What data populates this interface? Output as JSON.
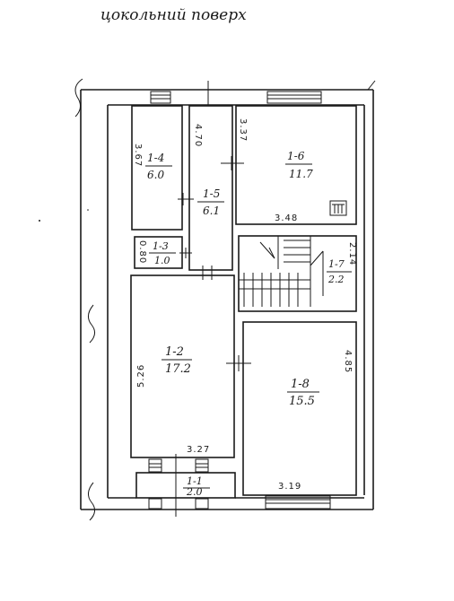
{
  "title": "цокольний поверх",
  "rooms": [
    {
      "id": "1-1",
      "area": "2.0"
    },
    {
      "id": "1-2",
      "area": "17.2"
    },
    {
      "id": "1-3",
      "area": "1.0"
    },
    {
      "id": "1-4",
      "area": "6.0"
    },
    {
      "id": "1-5",
      "area": "6.1"
    },
    {
      "id": "1-6",
      "area": "11.7"
    },
    {
      "id": "1-7",
      "area": "2.2"
    },
    {
      "id": "1-8",
      "area": "15.5"
    }
  ],
  "dimensions": {
    "room_1_4_length": "3.67",
    "room_1_5_length": "4.70",
    "room_1_6_length": "3.37",
    "room_1_6_width": "3.48",
    "room_1_3_width": "0.80",
    "room_1_7_length": "2.14",
    "room_1_2_length": "5.26",
    "room_1_2_width": "3.27",
    "room_1_8_length": "4.85",
    "room_1_8_width": "3.19"
  }
}
